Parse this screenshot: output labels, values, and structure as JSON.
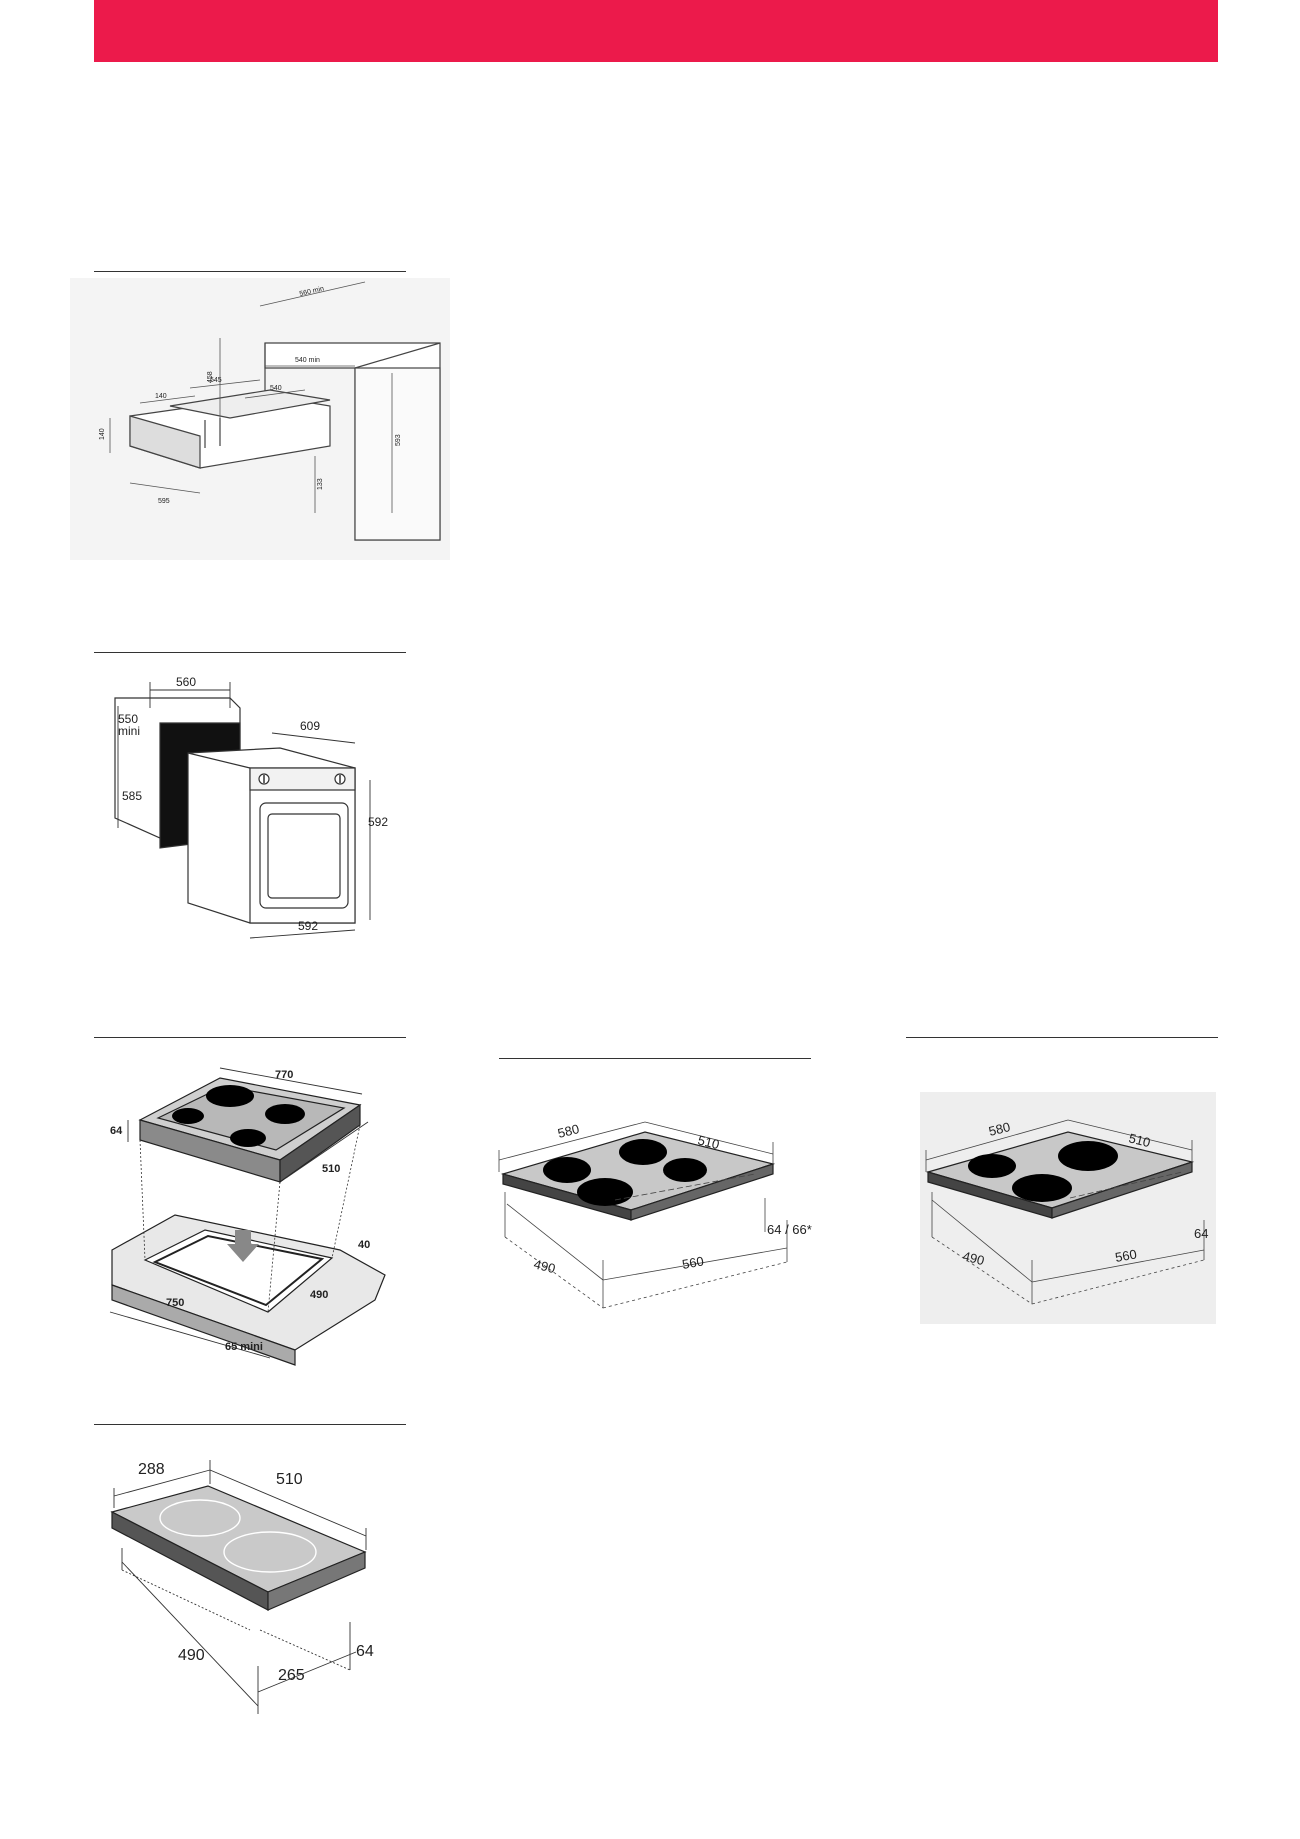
{
  "colors": {
    "banner": "#ec1a4b",
    "surface": "#ffffff",
    "line": "#333333",
    "cooktop": "#c8c8c8",
    "burner": "#000000"
  },
  "figures": {
    "warming_drawer": {
      "labels": {
        "depth_top": "560 min",
        "height_upper": "458",
        "inner_width": "540 min",
        "height_right": "593",
        "drawer_depth": "545",
        "drawer_left": "140",
        "drawer_inner": "540",
        "drawer_width": "595",
        "drawer_height": "140",
        "gap": "133"
      }
    },
    "oven": {
      "labels": {
        "width_top": "560",
        "depth_mini": "550",
        "mini": "mini",
        "height_cavity": "585",
        "depth": "609",
        "height": "592",
        "width_bottom": "592"
      }
    },
    "gas_hob": {
      "labels": {
        "width": "770",
        "height": "64",
        "depth": "510",
        "lip": "40",
        "cut_depth": "490",
        "cut_width": "750",
        "min_gap": "65 mini"
      }
    },
    "hob_four_zone": {
      "labels": {
        "width": "580",
        "depth": "510",
        "height": "64 / 66*",
        "cut_depth": "490",
        "cut_width": "560"
      }
    },
    "hob_three_zone": {
      "labels": {
        "width": "580",
        "depth": "510",
        "height": "64",
        "cut_depth": "490",
        "cut_width": "560"
      }
    },
    "domino_hob": {
      "labels": {
        "width": "288",
        "depth": "510",
        "cut_depth": "490",
        "cut_width": "265",
        "height": "64"
      }
    }
  }
}
